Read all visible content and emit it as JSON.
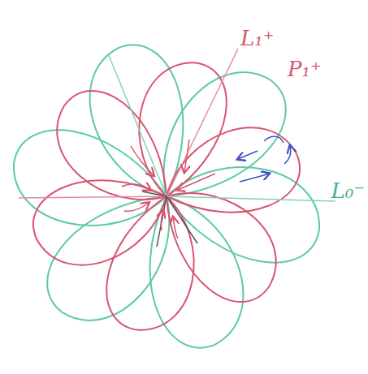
{
  "diagram": {
    "labels": [
      "L₁⁺",
      "P₁⁺",
      "L₀⁻"
    ]
  }
}
